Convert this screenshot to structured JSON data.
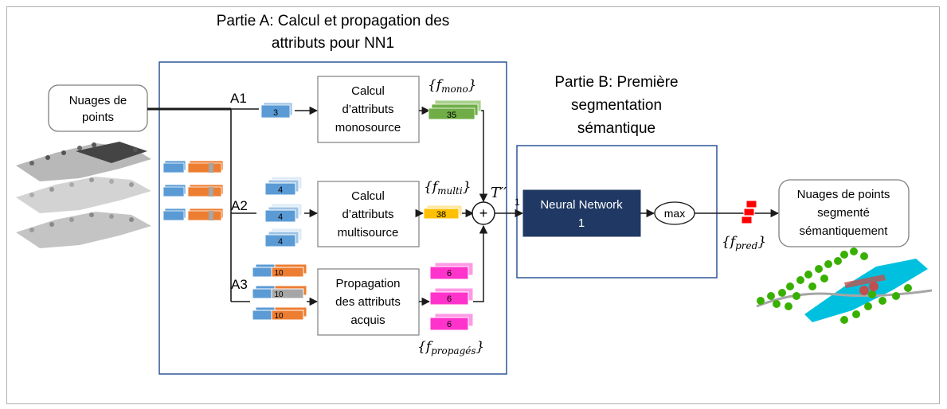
{
  "part_a": {
    "title_line1": "Partie A: Calcul et propagation des",
    "title_line2": "attributs pour NN1"
  },
  "part_b": {
    "title_line1": "Partie B: Première",
    "title_line2": "segmentation",
    "title_line3": "sémantique"
  },
  "input_box": {
    "line1": "Nuages de",
    "line2": "points"
  },
  "output_box": {
    "line1": "Nuages de points",
    "line2": "segmenté",
    "line3": "sémantiquement"
  },
  "branches": {
    "a1": "A1",
    "a2": "A2",
    "a3": "A3"
  },
  "process": {
    "mono": {
      "line1": "Calcul",
      "line2": "d’attributs",
      "line3": "monosource"
    },
    "multi": {
      "line1": "Calcul",
      "line2": "d’attributs",
      "line3": "multisource"
    },
    "prop": {
      "line1": "Propagation",
      "line2": "des attributs",
      "line3": "acquis"
    }
  },
  "tensor_labels": {
    "a1_input": "3",
    "a2_input": "4",
    "a3_input": "10",
    "mono_out": "35",
    "multi_out": "38",
    "prop_out": "6"
  },
  "set_labels": {
    "mono_main": "{f",
    "mono_sub": "mono",
    "multi_sub": "multi",
    "prop_sub": "propagés",
    "pred_sub": "pred",
    "close": "}"
  },
  "concat_label": "T′′",
  "concat_symbol": "+",
  "concat_one": "1",
  "network": {
    "line1": "Neural Network",
    "line2": "1"
  },
  "max_label": "max",
  "colors": {
    "blue": "#5b9bd5",
    "orange": "#ed7d31",
    "green": "#70ad47",
    "yellow": "#ffc000",
    "magenta": "#ff33cc",
    "red": "#ff0000",
    "nn_fill": "#1f3864",
    "frame_blue": "#2f5597",
    "cyan": "#00c0e0",
    "grey": "#a6a6a6"
  }
}
